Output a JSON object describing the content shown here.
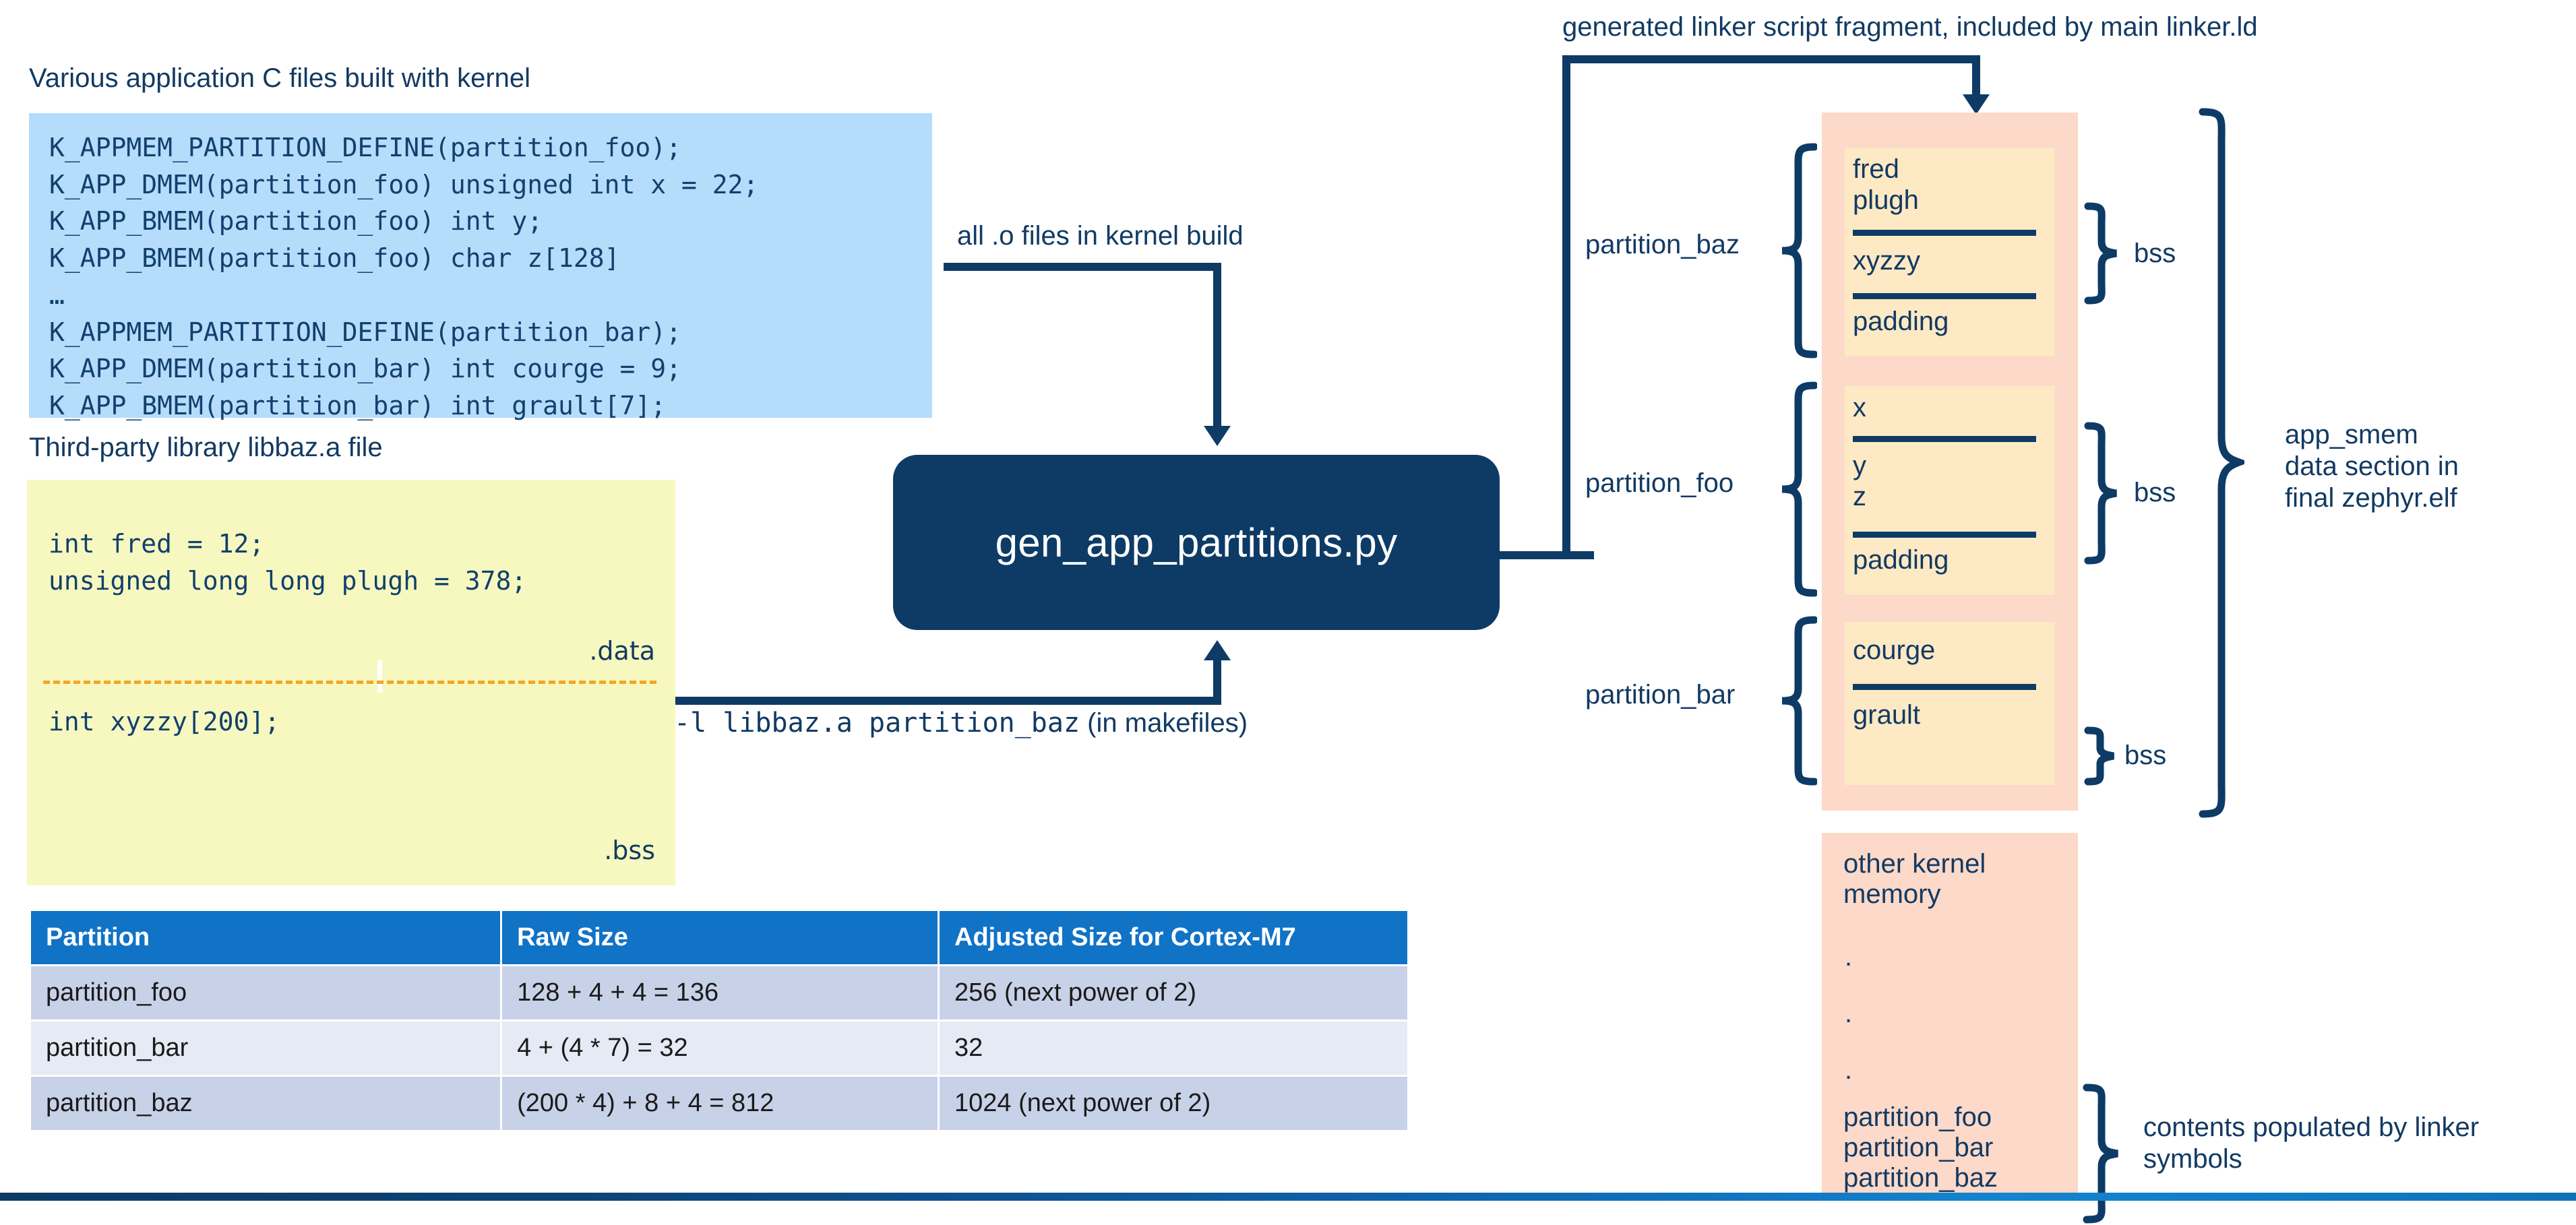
{
  "captions": {
    "app_files": "Various application C files built with kernel",
    "third_party": "Third-party library libbaz.a file",
    "linker_fragment": "generated linker script fragment, included by main linker.ld"
  },
  "code_blocks": {
    "app_c": {
      "background": "#b5dcfb",
      "text": "K_APPMEM_PARTITION_DEFINE(partition_foo);\nK_APP_DMEM(partition_foo) unsigned int x = 22;\nK_APP_BMEM(partition_foo) int y;\nK_APP_BMEM(partition_foo) char z[128]\n…\nK_APPMEM_PARTITION_DEFINE(partition_bar);\nK_APP_DMEM(partition_bar) int courge = 9;\nK_APP_BMEM(partition_bar) int grault[7];"
    },
    "libbaz": {
      "background": "#f6f8bf",
      "text_data": "int fred = 12;\nunsigned long long plugh = 378;",
      "text_bss": "int xyzzy[200];",
      "tag_data": ".data",
      "tag_bss": ".bss",
      "divider_color": "#f5a623"
    }
  },
  "process_node": {
    "label": "gen_app_partitions.py",
    "background": "#0d3b66",
    "text_color": "#ffffff"
  },
  "edges": {
    "objects_in": "all .o files in kernel build",
    "libs_in_mono": "-l libbaz.a partition_baz",
    "libs_in_suffix": " (in makefiles)"
  },
  "memory_map": {
    "region_background": "#fcd9c8",
    "slot_background": "#fde9c4",
    "partitions": [
      {
        "name": "partition_baz",
        "entries": [
          "fred",
          "plugh",
          "xyzzy",
          "padding"
        ],
        "bss_label": "bss"
      },
      {
        "name": "partition_foo",
        "entries": [
          "x",
          "y",
          "z",
          "padding"
        ],
        "bss_label": "bss"
      },
      {
        "name": "partition_bar",
        "entries": [
          "courge",
          "grault"
        ],
        "bss_label": "bss"
      }
    ],
    "app_smem_label": "app_smem\ndata section in\nfinal zephyr.elf",
    "other_kernel": {
      "title": "other kernel\nmemory",
      "dots": ".\n.\n.",
      "symbols": "partition_foo\npartition_bar\npartition_baz",
      "bracket_label": "contents populated by linker\nsymbols"
    }
  },
  "table": {
    "headers": [
      "Partition",
      "Raw Size",
      "Adjusted Size for Cortex-M7"
    ],
    "rows": [
      [
        "partition_foo",
        "128 + 4 + 4 = 136",
        "256 (next power of 2)"
      ],
      [
        "partition_bar",
        "4 + (4 * 7) = 32",
        "32"
      ],
      [
        "partition_baz",
        "(200 * 4) + 8 + 4 = 812",
        "1024 (next power of 2)"
      ]
    ],
    "header_bg": "#1073c6",
    "row_odd_bg": "#c7d2e8",
    "row_even_bg": "#e5eaf5"
  },
  "accent_colors": {
    "navy": "#0d3b66",
    "blue_panel": "#b5dcfb",
    "yellow_panel": "#f6f8bf",
    "pink_region": "#fcd9c8",
    "cream_slot": "#fde9c4",
    "table_blue": "#1073c6",
    "orange_dash": "#f5a623"
  }
}
